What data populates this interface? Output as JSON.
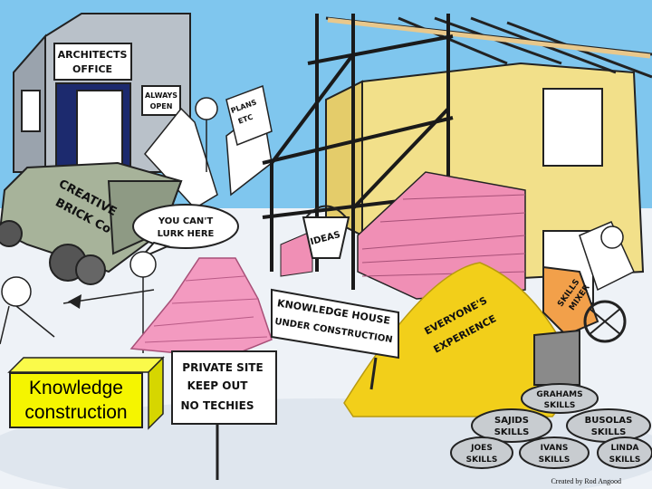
{
  "caption": {
    "line1": "Knowledge",
    "line2": "construction"
  },
  "signs": {
    "architects_line1": "ARCHITECTS",
    "architects_line2": "OFFICE",
    "always_line1": "ALWAYS",
    "always_line2": "OPEN",
    "plans_line1": "PLANS",
    "plans_line2": "ETC",
    "truck_line1": "CREATIVE",
    "truck_line2": "BRICK Co",
    "bubble_line1": "YOU CAN'T",
    "bubble_line2": "LURK HERE",
    "ideas": "IDEAS",
    "knowledge_line1": "KNOWLEDGE HOUSE",
    "knowledge_line2": "UNDER CONSTRUCTION",
    "experience_line1": "EVERYONE'S",
    "experience_line2": "EXPERIENCE",
    "mixer_line1": "SKILLS",
    "mixer_line2": "MIXER",
    "private_line1": "PRIVATE SITE",
    "private_line2": "KEEP OUT",
    "private_line3": "NO TECHIES",
    "stone_graham_1": "GRAHAMS",
    "stone_graham_2": "SKILLS",
    "stone_sajid_1": "SAJIDS",
    "stone_sajid_2": "SKILLS",
    "stone_busola_1": "BUSOLAS",
    "stone_busola_2": "SKILLS",
    "stone_joe_1": "JOES",
    "stone_joe_2": "SKILLS",
    "stone_ivan_1": "IVANS",
    "stone_ivan_2": "SKILLS",
    "stone_linda_1": "LINDA",
    "stone_linda_2": "SKILLS"
  },
  "credit": "Created by Rod Angood",
  "colors": {
    "sky": "#7fc6ee",
    "building_grey": "#b9c1c9",
    "house_yellow": "#f2e08a",
    "brick_pink": "#f08fb5",
    "sand_yellow": "#f2cf1a",
    "truck_green": "#a7b39a",
    "label_yellow": "#f5f500",
    "ground": "#eef2f7"
  }
}
